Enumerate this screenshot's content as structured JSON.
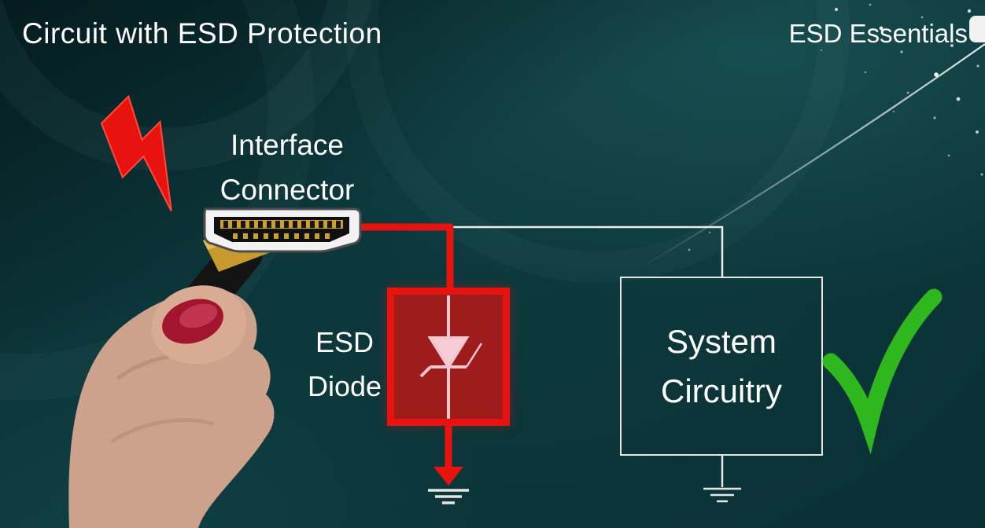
{
  "header": {
    "title": "Circuit with ESD Protection",
    "brand": "ESD Essentials"
  },
  "diagram": {
    "interface_connector_label": "Interface\nConnector",
    "esd_diode_label": "ESD\nDiode",
    "system_circuitry_label": "System\nCircuitry"
  },
  "icons": {
    "lightning_bolt": "esd-strike-lightning-icon",
    "hdmi_connector": "hdmi-interface-connector-icon",
    "hand_photo": "hand-holding-hdmi-cable-photo",
    "zener_diode": "zener-diode-symbol",
    "esd_current_arrow": "red-arrow-to-ground",
    "ground_left": "earth-ground-symbol",
    "ground_right": "earth-ground-symbol",
    "checkmark": "green-check-protected-icon",
    "brand_logo": "esd-essentials-logo"
  },
  "colors": {
    "background_teal": "#0a3135",
    "esd_red": "#e8120f",
    "diode_fill_red": "#9e1c1c",
    "diode_symbol_pink": "#f3c6d0",
    "wire_white": "#e9e9e9",
    "check_green": "#2eb81e",
    "text_white": "#ffffff"
  }
}
